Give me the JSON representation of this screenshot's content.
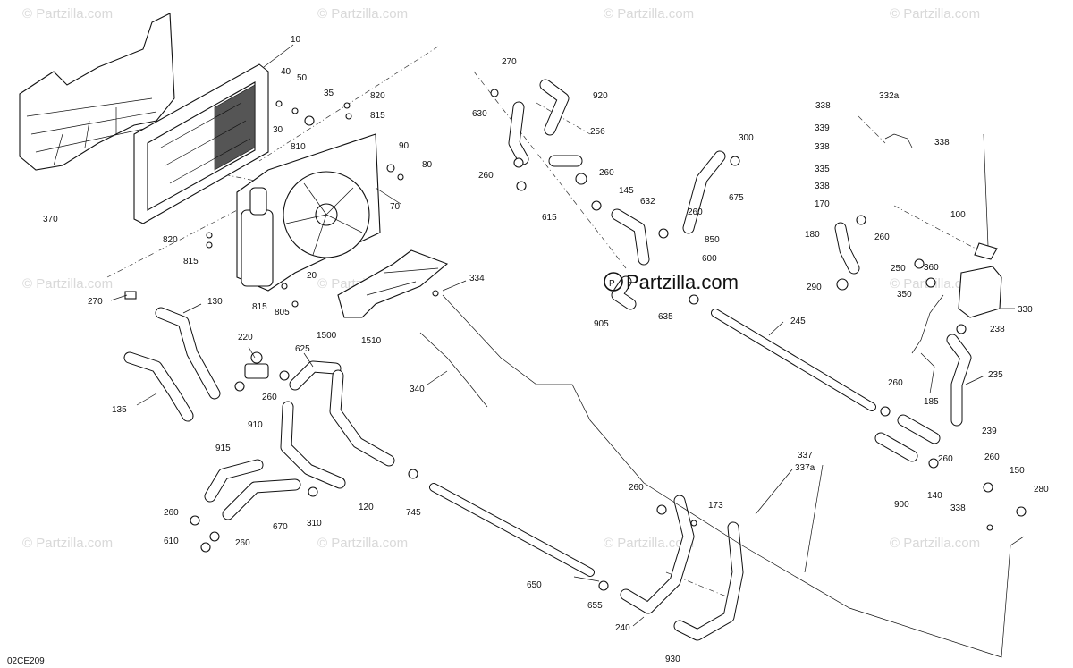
{
  "watermark_text": "© Partzilla.com",
  "brand_logo_text": "Partzilla.com",
  "diagram_code": "02CE209",
  "callouts": [
    {
      "id": "c10",
      "text": "10"
    },
    {
      "id": "c40",
      "text": "40"
    },
    {
      "id": "c50",
      "text": "50"
    },
    {
      "id": "c35",
      "text": "35"
    },
    {
      "id": "c820a",
      "text": "820"
    },
    {
      "id": "c815a",
      "text": "815"
    },
    {
      "id": "c30",
      "text": "30"
    },
    {
      "id": "c810",
      "text": "810"
    },
    {
      "id": "c90",
      "text": "90"
    },
    {
      "id": "c80",
      "text": "80"
    },
    {
      "id": "c370",
      "text": "370"
    },
    {
      "id": "c70",
      "text": "70"
    },
    {
      "id": "c820b",
      "text": "820"
    },
    {
      "id": "c815b",
      "text": "815"
    },
    {
      "id": "c270a",
      "text": "270"
    },
    {
      "id": "c20",
      "text": "20"
    },
    {
      "id": "c815c",
      "text": "815"
    },
    {
      "id": "c805",
      "text": "805"
    },
    {
      "id": "c1500",
      "text": "1500"
    },
    {
      "id": "c1510",
      "text": "1510"
    },
    {
      "id": "c334",
      "text": "334"
    },
    {
      "id": "c130",
      "text": "130"
    },
    {
      "id": "c220",
      "text": "220"
    },
    {
      "id": "c625",
      "text": "625"
    },
    {
      "id": "c260a",
      "text": "260"
    },
    {
      "id": "c135",
      "text": "135"
    },
    {
      "id": "c340",
      "text": "340"
    },
    {
      "id": "c910",
      "text": "910"
    },
    {
      "id": "c915",
      "text": "915"
    },
    {
      "id": "c120",
      "text": "120"
    },
    {
      "id": "c745",
      "text": "745"
    },
    {
      "id": "c310",
      "text": "310"
    },
    {
      "id": "c670",
      "text": "670"
    },
    {
      "id": "c260b",
      "text": "260"
    },
    {
      "id": "c610",
      "text": "610"
    },
    {
      "id": "c260c",
      "text": "260"
    },
    {
      "id": "c270b",
      "text": "270"
    },
    {
      "id": "c920",
      "text": "920"
    },
    {
      "id": "c630",
      "text": "630"
    },
    {
      "id": "c256",
      "text": "256"
    },
    {
      "id": "c260d",
      "text": "260"
    },
    {
      "id": "c260e",
      "text": "260"
    },
    {
      "id": "c145",
      "text": "145"
    },
    {
      "id": "c615",
      "text": "615"
    },
    {
      "id": "c632",
      "text": "632"
    },
    {
      "id": "c300",
      "text": "300"
    },
    {
      "id": "c675",
      "text": "675"
    },
    {
      "id": "c260f",
      "text": "260"
    },
    {
      "id": "c850",
      "text": "850"
    },
    {
      "id": "c600",
      "text": "600"
    },
    {
      "id": "c905",
      "text": "905"
    },
    {
      "id": "c635",
      "text": "635"
    },
    {
      "id": "c245",
      "text": "245"
    },
    {
      "id": "c650",
      "text": "650"
    },
    {
      "id": "c655",
      "text": "655"
    },
    {
      "id": "c240",
      "text": "240"
    },
    {
      "id": "c260g",
      "text": "260"
    },
    {
      "id": "c173",
      "text": "173"
    },
    {
      "id": "c930",
      "text": "930"
    },
    {
      "id": "c337",
      "text": "337"
    },
    {
      "id": "c337a",
      "text": "337a"
    },
    {
      "id": "c338a",
      "text": "338"
    },
    {
      "id": "c332a",
      "text": "332a"
    },
    {
      "id": "c339",
      "text": "339"
    },
    {
      "id": "c338b",
      "text": "338"
    },
    {
      "id": "c338c",
      "text": "338"
    },
    {
      "id": "c335",
      "text": "335"
    },
    {
      "id": "c338d",
      "text": "338"
    },
    {
      "id": "c170",
      "text": "170"
    },
    {
      "id": "c180",
      "text": "180"
    },
    {
      "id": "c260h",
      "text": "260"
    },
    {
      "id": "c100",
      "text": "100"
    },
    {
      "id": "c250",
      "text": "250"
    },
    {
      "id": "c360",
      "text": "360"
    },
    {
      "id": "c290",
      "text": "290"
    },
    {
      "id": "c350",
      "text": "350"
    },
    {
      "id": "c330",
      "text": "330"
    },
    {
      "id": "c238",
      "text": "238"
    },
    {
      "id": "c235",
      "text": "235"
    },
    {
      "id": "c260i",
      "text": "260"
    },
    {
      "id": "c185",
      "text": "185"
    },
    {
      "id": "c239",
      "text": "239"
    },
    {
      "id": "c260j",
      "text": "260"
    },
    {
      "id": "c260k",
      "text": "260"
    },
    {
      "id": "c150",
      "text": "150"
    },
    {
      "id": "c140",
      "text": "140"
    },
    {
      "id": "c280",
      "text": "280"
    },
    {
      "id": "c900",
      "text": "900"
    },
    {
      "id": "c338e",
      "text": "338"
    }
  ]
}
